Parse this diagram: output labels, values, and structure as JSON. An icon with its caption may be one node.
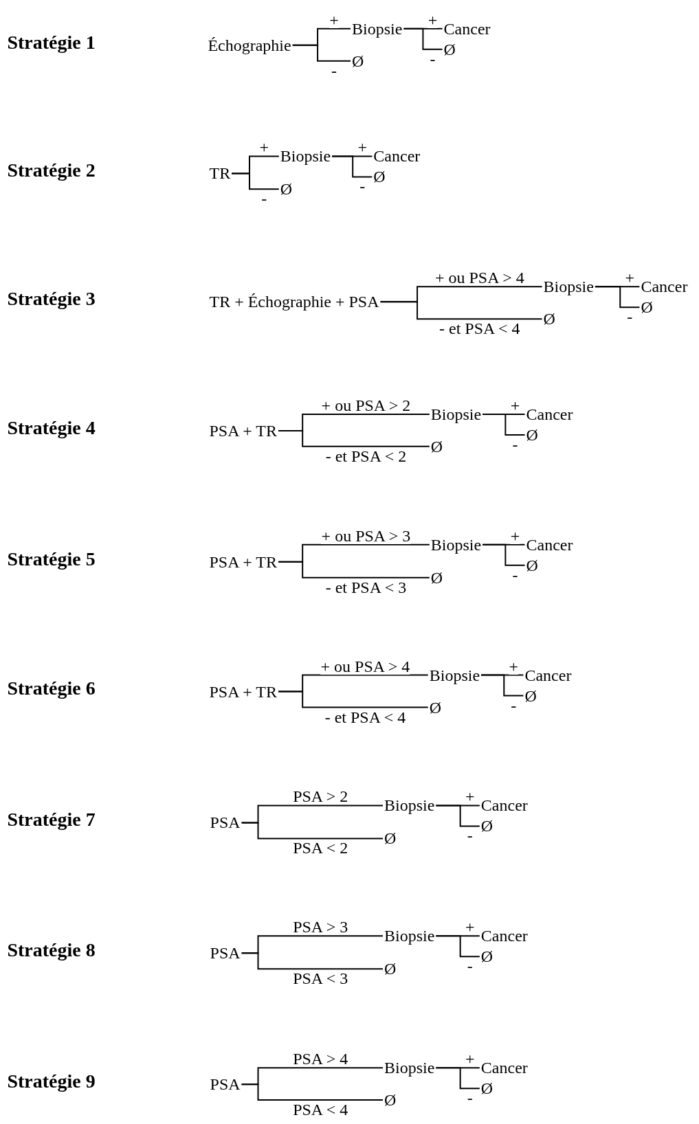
{
  "diagram": {
    "nodes": [
      {
        "text": [
          "Échographie"
        ]
      },
      {
        "text": [
          "Biopsie"
        ]
      },
      {
        "text": [
          "Ø"
        ]
      },
      {
        "text": [
          "Cancer"
        ]
      },
      {
        "text": [
          "Ø"
        ]
      },
      {
        "text": [
          "TR"
        ]
      },
      {
        "text": [
          "Biopsie"
        ]
      },
      {
        "text": [
          "Ø"
        ]
      },
      {
        "text": [
          "Cancer"
        ]
      },
      {
        "text": [
          "Ø"
        ]
      },
      {
        "text": [
          "TR + Échographie + PSA"
        ]
      },
      {
        "text": [
          "Biopsie"
        ]
      },
      {
        "text": [
          "Ø"
        ]
      },
      {
        "text": [
          "Cancer"
        ]
      },
      {
        "text": [
          "Ø"
        ]
      },
      {
        "text": [
          "PSA + TR"
        ]
      },
      {
        "text": [
          "Biopsie"
        ]
      },
      {
        "text": [
          "Ø"
        ]
      },
      {
        "text": [
          "Cancer"
        ]
      },
      {
        "text": [
          "Ø"
        ]
      },
      {
        "text": [
          "PSA + TR"
        ]
      },
      {
        "text": [
          "Biopsie"
        ]
      },
      {
        "text": [
          "Ø"
        ]
      },
      {
        "text": [
          "Cancer"
        ]
      },
      {
        "text": [
          "Ø"
        ]
      },
      {
        "text": [
          "PSA + TR"
        ]
      },
      {
        "text": [
          "Biopsie"
        ]
      },
      {
        "text": [
          "Ø"
        ]
      },
      {
        "text": [
          "Cancer"
        ]
      },
      {
        "text": [
          "Ø"
        ]
      },
      {
        "text": [
          "PSA"
        ]
      },
      {
        "text": [
          "Biopsie"
        ]
      },
      {
        "text": [
          "Ø"
        ]
      },
      {
        "text": [
          "Cancer"
        ]
      },
      {
        "text": [
          "Ø"
        ]
      },
      {
        "text": [
          "PSA"
        ]
      },
      {
        "text": [
          "Biopsie"
        ]
      },
      {
        "text": [
          "Ø"
        ]
      },
      {
        "text": [
          "Cancer"
        ]
      },
      {
        "text": [
          "Ø"
        ]
      },
      {
        "text": [
          "PSA"
        ]
      },
      {
        "text": [
          "Biopsie"
        ]
      },
      {
        "text": [
          "Ø"
        ]
      },
      {
        "text": [
          "Cancer"
        ]
      },
      {
        "text": [
          "Ø"
        ]
      }
    ],
    "edges": [
      {
        "from": 0,
        "to": 1,
        "arrow": "none",
        "label": "+"
      },
      {
        "from": 0,
        "to": 2,
        "arrow": "none",
        "label": "-"
      },
      {
        "from": 1,
        "to": 3,
        "arrow": "none",
        "label": "+"
      },
      {
        "from": 1,
        "to": 4,
        "arrow": "none",
        "label": "-"
      },
      {
        "from": 5,
        "to": 6,
        "arrow": "none",
        "label": "+"
      },
      {
        "from": 5,
        "to": 7,
        "arrow": "none",
        "label": "-"
      },
      {
        "from": 6,
        "to": 8,
        "arrow": "none",
        "label": "+"
      },
      {
        "from": 6,
        "to": 9,
        "arrow": "none",
        "label": "-"
      },
      {
        "from": 10,
        "to": 11,
        "arrow": "none",
        "label": "+ ou PSA > 4"
      },
      {
        "from": 10,
        "to": 12,
        "arrow": "none",
        "label": "- et PSA < 4"
      },
      {
        "from": 11,
        "to": 13,
        "arrow": "none",
        "label": "+"
      },
      {
        "from": 11,
        "to": 14,
        "arrow": "none",
        "label": "-"
      },
      {
        "from": 15,
        "to": 16,
        "arrow": "none",
        "label": "+ ou PSA > 2"
      },
      {
        "from": 15,
        "to": 17,
        "arrow": "none",
        "label": "- et PSA < 2"
      },
      {
        "from": 16,
        "to": 18,
        "arrow": "none",
        "label": "+"
      },
      {
        "from": 16,
        "to": 19,
        "arrow": "none",
        "label": "-"
      },
      {
        "from": 20,
        "to": 21,
        "arrow": "none",
        "label": "+ ou PSA > 3"
      },
      {
        "from": 20,
        "to": 22,
        "arrow": "none",
        "label": "- et PSA < 3"
      },
      {
        "from": 21,
        "to": 23,
        "arrow": "none",
        "label": "+"
      },
      {
        "from": 21,
        "to": 24,
        "arrow": "none",
        "label": "-"
      },
      {
        "from": 25,
        "to": 26,
        "arrow": "none",
        "label": "+ ou PSA > 4"
      },
      {
        "from": 25,
        "to": 27,
        "arrow": "none",
        "label": "- et PSA < 4"
      },
      {
        "from": 26,
        "to": 28,
        "arrow": "none",
        "label": "+"
      },
      {
        "from": 26,
        "to": 29,
        "arrow": "none",
        "label": "-"
      },
      {
        "from": 30,
        "to": 31,
        "arrow": "none",
        "label": "PSA > 2"
      },
      {
        "from": 30,
        "to": 32,
        "arrow": "none",
        "label": "PSA < 2"
      },
      {
        "from": 31,
        "to": 33,
        "arrow": "none",
        "label": "+"
      },
      {
        "from": 31,
        "to": 34,
        "arrow": "none",
        "label": "-"
      },
      {
        "from": 35,
        "to": 36,
        "arrow": "none",
        "label": "PSA > 3"
      },
      {
        "from": 35,
        "to": 37,
        "arrow": "none",
        "label": "PSA < 3"
      },
      {
        "from": 36,
        "to": 38,
        "arrow": "none",
        "label": "+"
      },
      {
        "from": 36,
        "to": 39,
        "arrow": "none",
        "label": "-"
      },
      {
        "from": 40,
        "to": 41,
        "arrow": "none",
        "label": "PSA > 4"
      },
      {
        "from": 40,
        "to": 42,
        "arrow": "none",
        "label": "PSA < 4"
      },
      {
        "from": 41,
        "to": 43,
        "arrow": "none",
        "label": "+"
      },
      {
        "from": 41,
        "to": 44,
        "arrow": "none",
        "label": "-"
      }
    ],
    "labels": [
      "Stratégie 1",
      "Stratégie 2",
      "Stratégie 3",
      "Stratégie 4",
      "Stratégie 5",
      "Stratégie 6",
      "Stratégie 7",
      "Stratégie 8",
      "Stratégie 9"
    ]
  }
}
